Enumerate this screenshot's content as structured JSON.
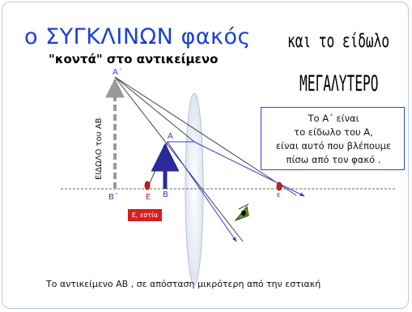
{
  "slide": {
    "title": "ο ΣΥΓΚΛΙΝΩΝ φακός",
    "subtitle": "\"κοντά\" στο αντικείμενο",
    "right_heading_1": "και το είδωλο",
    "right_heading_2": "ΜΕΓΑΛΥΤΕΡΟ",
    "info_box_lines": [
      "Το Α΄ είναι",
      "το είδωλο του Α,",
      "είναι αυτό που βλέπουμε",
      "πίσω από τον φακό ."
    ],
    "caption": "Το αντικείμενο ΑΒ , σε απόσταση μικρότερη από την εστιακή"
  },
  "diagram": {
    "image_label": "ΕΙΔΩΛΟ του ΑΒ",
    "point_a_prime": "Α΄",
    "point_b_prime": "Β΄",
    "point_a": "Α",
    "point_b": "Β",
    "focus_left": "Ε",
    "focus_right": "Ε",
    "focus_tag": "Ε, εστία",
    "colors": {
      "title": "#1a3fd8",
      "object_arrow": "#2a2a9a",
      "image_arrow": "#9a9a9a",
      "focus_point": "#c81e1e",
      "rays": "#444444",
      "ray_blue": "#3a3ad0",
      "lens": "#c8d4e8",
      "eye": "#6a9a2a"
    },
    "icons": [
      "eye-icon"
    ]
  }
}
